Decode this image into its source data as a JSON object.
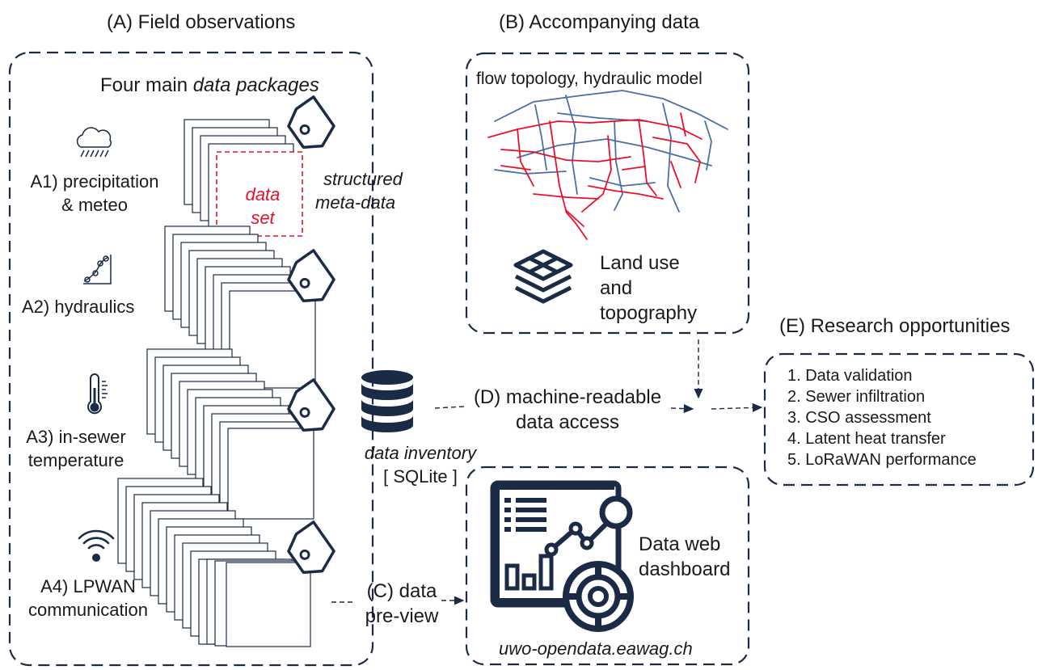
{
  "section_a": {
    "title": "(A) Field observations",
    "packages_prefix": "Four main ",
    "packages_italic": "data packages",
    "a1_line1": "A1) precipitation",
    "a1_line2": "& meteo",
    "a2": "A2) hydraulics",
    "a3_line1": "A3) in-sewer",
    "a3_line2": "temperature",
    "a4_line1": "A4) LPWAN",
    "a4_line2": "communication",
    "data_set_line1": "data",
    "data_set_line2": "set",
    "meta_line1": "structured",
    "meta_line2": "meta-data"
  },
  "section_b": {
    "title": "(B) Accompanying data",
    "map_caption": "flow topology, hydraulic model",
    "land_line1": "Land use",
    "land_line2": "and",
    "land_line3": "topography"
  },
  "inventory": {
    "line1": "data inventory",
    "line2": "[ SQLite ]"
  },
  "section_d": {
    "line1": "(D) machine-readable",
    "line2": "data access"
  },
  "section_c": {
    "line1": "(C) data",
    "line2": "pre-view"
  },
  "dashboard": {
    "line1": "Data web",
    "line2": "dashboard",
    "url": "uwo-opendata.eawag.ch"
  },
  "section_e": {
    "title": "(E) Research opportunities",
    "items": [
      "1. Data validation",
      "2. Sewer infiltration",
      "3. CSO assessment",
      "4. Latent heat transfer",
      "5. LoRaWAN performance"
    ]
  },
  "colors": {
    "navy": "#1b2a45",
    "red": "#e8102a",
    "blue": "#4a6fa5"
  },
  "icons": [
    "rain-cloud-icon",
    "hydraulics-curve-icon",
    "thermometer-icon",
    "wireless-signal-icon",
    "tag-icon",
    "database-icon",
    "layers-icon",
    "dashboard-icon"
  ]
}
